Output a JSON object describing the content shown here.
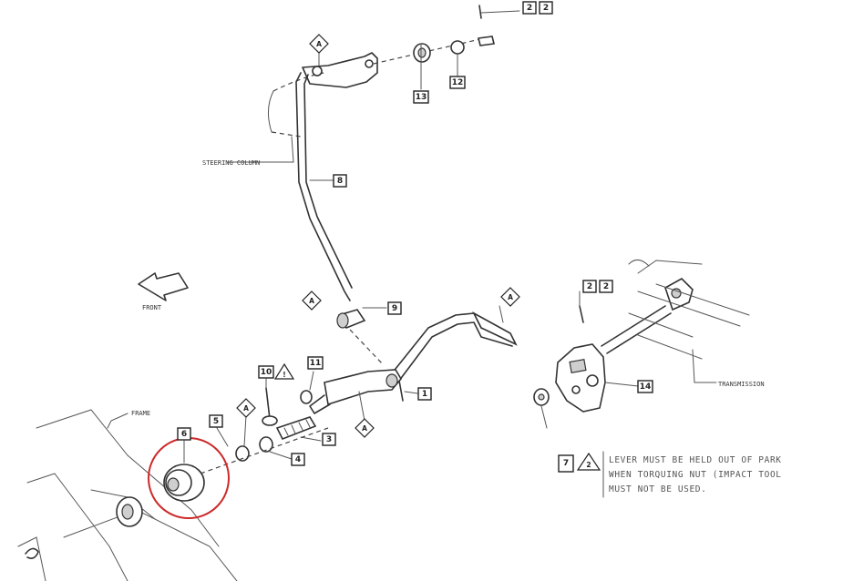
{
  "labels": {
    "steering_column": "STEERING COLUMN",
    "front": "FRONT",
    "frame": "FRAME",
    "transmission": "TRANSMISSION"
  },
  "callouts": {
    "c_top_22": "2",
    "c_top_2": "2",
    "c_13": "13",
    "c_12": "12",
    "c_8": "8",
    "c_9": "9",
    "c_10": "10",
    "c_11": "11",
    "c_1": "1",
    "c_14": "14",
    "c_mid_22": "2",
    "c_mid_2": "2",
    "c_5": "5",
    "c_6": "6",
    "c_3": "3",
    "c_4": "4",
    "c_7": "7"
  },
  "markers": {
    "a": "A",
    "a_small": "A",
    "tri_warning": "!",
    "tri_2": "2"
  },
  "note": {
    "line1": "LEVER MUST BE HELD OUT OF PARK",
    "line2": "WHEN TORQUING NUT (IMPACT TOOL",
    "line3": "MUST NOT BE USED."
  },
  "highlight_color": "#cc2a2a"
}
